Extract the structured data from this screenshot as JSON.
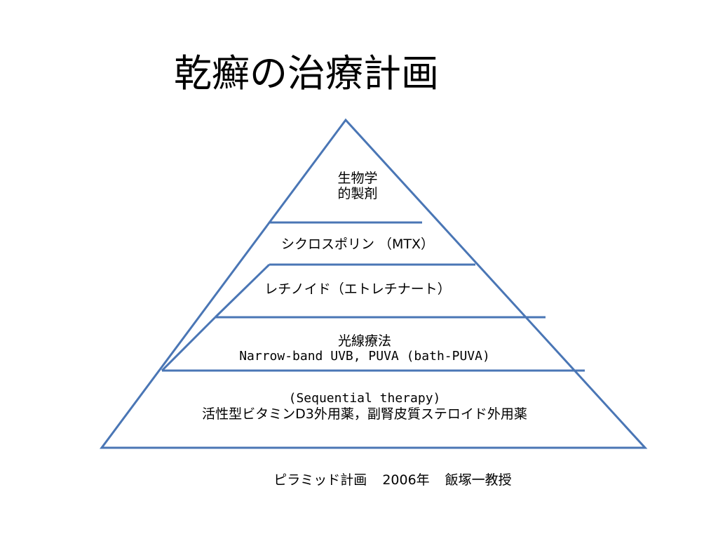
{
  "slide": {
    "title": "乾癬の治療計画",
    "line_color": "#4a76b5"
  },
  "pyramid": {
    "tier_1": {
      "line_1": "生物学",
      "line_2": "的製剤"
    },
    "tier_2": {
      "line_1": "シクロスポリン （MTX）"
    },
    "tier_3": {
      "line_1": "レチノイド（エトレチナート）"
    },
    "tier_4": {
      "line_1": "光線療法",
      "line_2": "Narrow-band UVB, PUVA (bath-PUVA)"
    },
    "tier_5": {
      "line_1": "(Sequential therapy)",
      "line_2": "活性型ビタミンD3外用薬，副腎皮質ステロイド外用薬"
    }
  },
  "citation": {
    "label": "ピラミッド計画",
    "year": "2006年",
    "author": "飯塚一教授"
  }
}
